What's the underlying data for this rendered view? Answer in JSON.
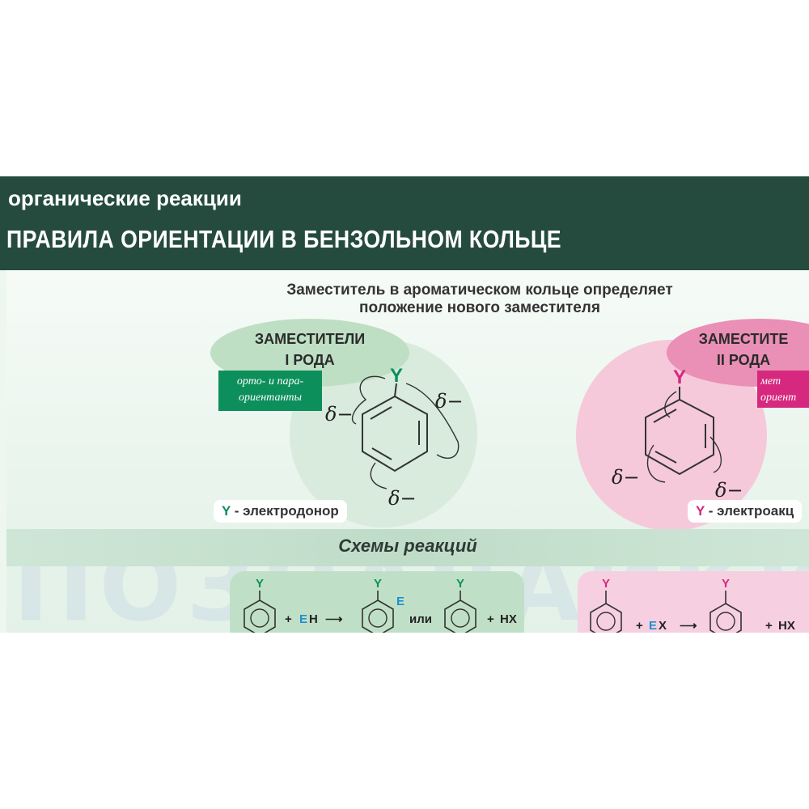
{
  "header": {
    "category": "органические реакции",
    "title": "ПРАВИЛА ОРИЕНТАЦИИ В БЕНЗОЛЬНОМ КОЛЬЦЕ"
  },
  "subtitle": {
    "line1": "Заместитель в ароматическом кольце определяет",
    "line2": "положение нового заместителя"
  },
  "group1": {
    "title_line1": "ЗАМЕСТИТЕЛИ",
    "title_line2": "I РОДА",
    "tag_line1": "орто- и пара-",
    "tag_line2": "ориентанты",
    "substituent": "Y",
    "delta": "δ−",
    "label_symbol": "Y",
    "label_text": " - электродонор",
    "color": "#0d8f5c"
  },
  "group2": {
    "title_line1": "ЗАМЕСТИТЕ",
    "title_line2": "II РОДА",
    "tag_line1": "мет",
    "tag_line2": "ориент",
    "substituent": "Y",
    "delta": "δ−",
    "label_symbol": "Y",
    "label_text": " - электроакц",
    "color": "#d6287e"
  },
  "schemes": {
    "title": "Схемы реакций",
    "r1": {
      "y": "Y",
      "plus1": "+",
      "reagent_e": "E",
      "reagent_rest": "H",
      "arrow": "⟶",
      "product_e": "E",
      "or": "или",
      "plus2": "+",
      "byproduct": "HX"
    },
    "r2": {
      "y": "Y",
      "plus1": "+",
      "reagent_e": "E",
      "reagent_rest": "X",
      "arrow": "⟶",
      "plus2": "+",
      "byproduct": "HX"
    }
  },
  "watermark": "ПОЗНАВАЙКИНЫ",
  "colors": {
    "header_bg": "#254b3f",
    "green": "#0d8f5c",
    "magenta": "#d6287e",
    "blue_e": "#1e8fd0"
  }
}
